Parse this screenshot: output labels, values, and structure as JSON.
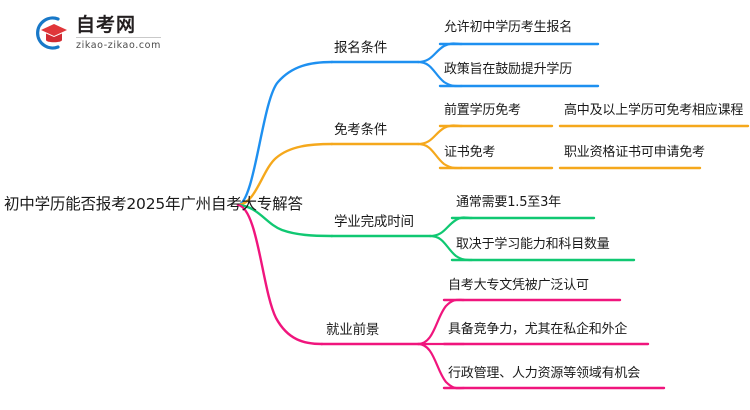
{
  "logo": {
    "name": "zikao-logo",
    "cn_text": "自考网",
    "url_text": "zikao-zikao.com",
    "arc_color": "#1878c8",
    "cap_color": "#e0363a"
  },
  "colors": {
    "branch_1": "#1e90f0",
    "branch_2": "#f5a81c",
    "branch_3": "#10c872",
    "branch_4": "#f0157d",
    "text": "#1a1a1a",
    "background": "#ffffff"
  },
  "mindmap": {
    "root": {
      "label": "初中学历能否报考2025年广州自考大专解答"
    },
    "branches": [
      {
        "label": "报名条件",
        "color": "#1e90f0",
        "children": [
          {
            "label": "允许初中学历考生报名",
            "children": []
          },
          {
            "label": "政策旨在鼓励提升学历",
            "children": []
          }
        ]
      },
      {
        "label": "免考条件",
        "color": "#f5a81c",
        "children": [
          {
            "label": "前置学历免考",
            "children": [
              {
                "label": "高中及以上学历可免考相应课程"
              }
            ]
          },
          {
            "label": "证书免考",
            "children": [
              {
                "label": "职业资格证书可申请免考"
              }
            ]
          }
        ]
      },
      {
        "label": "学业完成时间",
        "color": "#10c872",
        "children": [
          {
            "label": "通常需要1.5至3年",
            "children": []
          },
          {
            "label": "取决于学习能力和科目数量",
            "children": []
          }
        ]
      },
      {
        "label": "就业前景",
        "color": "#f0157d",
        "children": [
          {
            "label": "自考大专文凭被广泛认可",
            "children": []
          },
          {
            "label": "具备竞争力，尤其在私企和外企",
            "children": []
          },
          {
            "label": "行政管理、人力资源等领域有机会",
            "children": []
          }
        ]
      }
    ]
  }
}
